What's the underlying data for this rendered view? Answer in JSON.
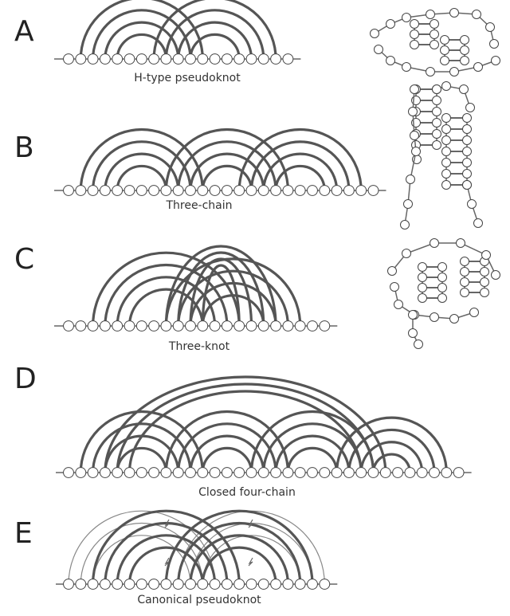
{
  "panels": [
    {
      "letter": "A",
      "caption": "H-type pseudoknot"
    },
    {
      "letter": "B",
      "caption": "Three-chain"
    },
    {
      "letter": "C",
      "caption": "Three-knot"
    },
    {
      "letter": "D",
      "caption": "Closed four-chain"
    },
    {
      "letter": "E",
      "caption": "Canonical pseudoknot"
    }
  ],
  "colors": {
    "arc_dark": "#555555",
    "arc_light": "#888888",
    "backbone": "#666666",
    "node_fill": "#ffffff",
    "node_stroke": "#444444",
    "text": "#222222"
  }
}
